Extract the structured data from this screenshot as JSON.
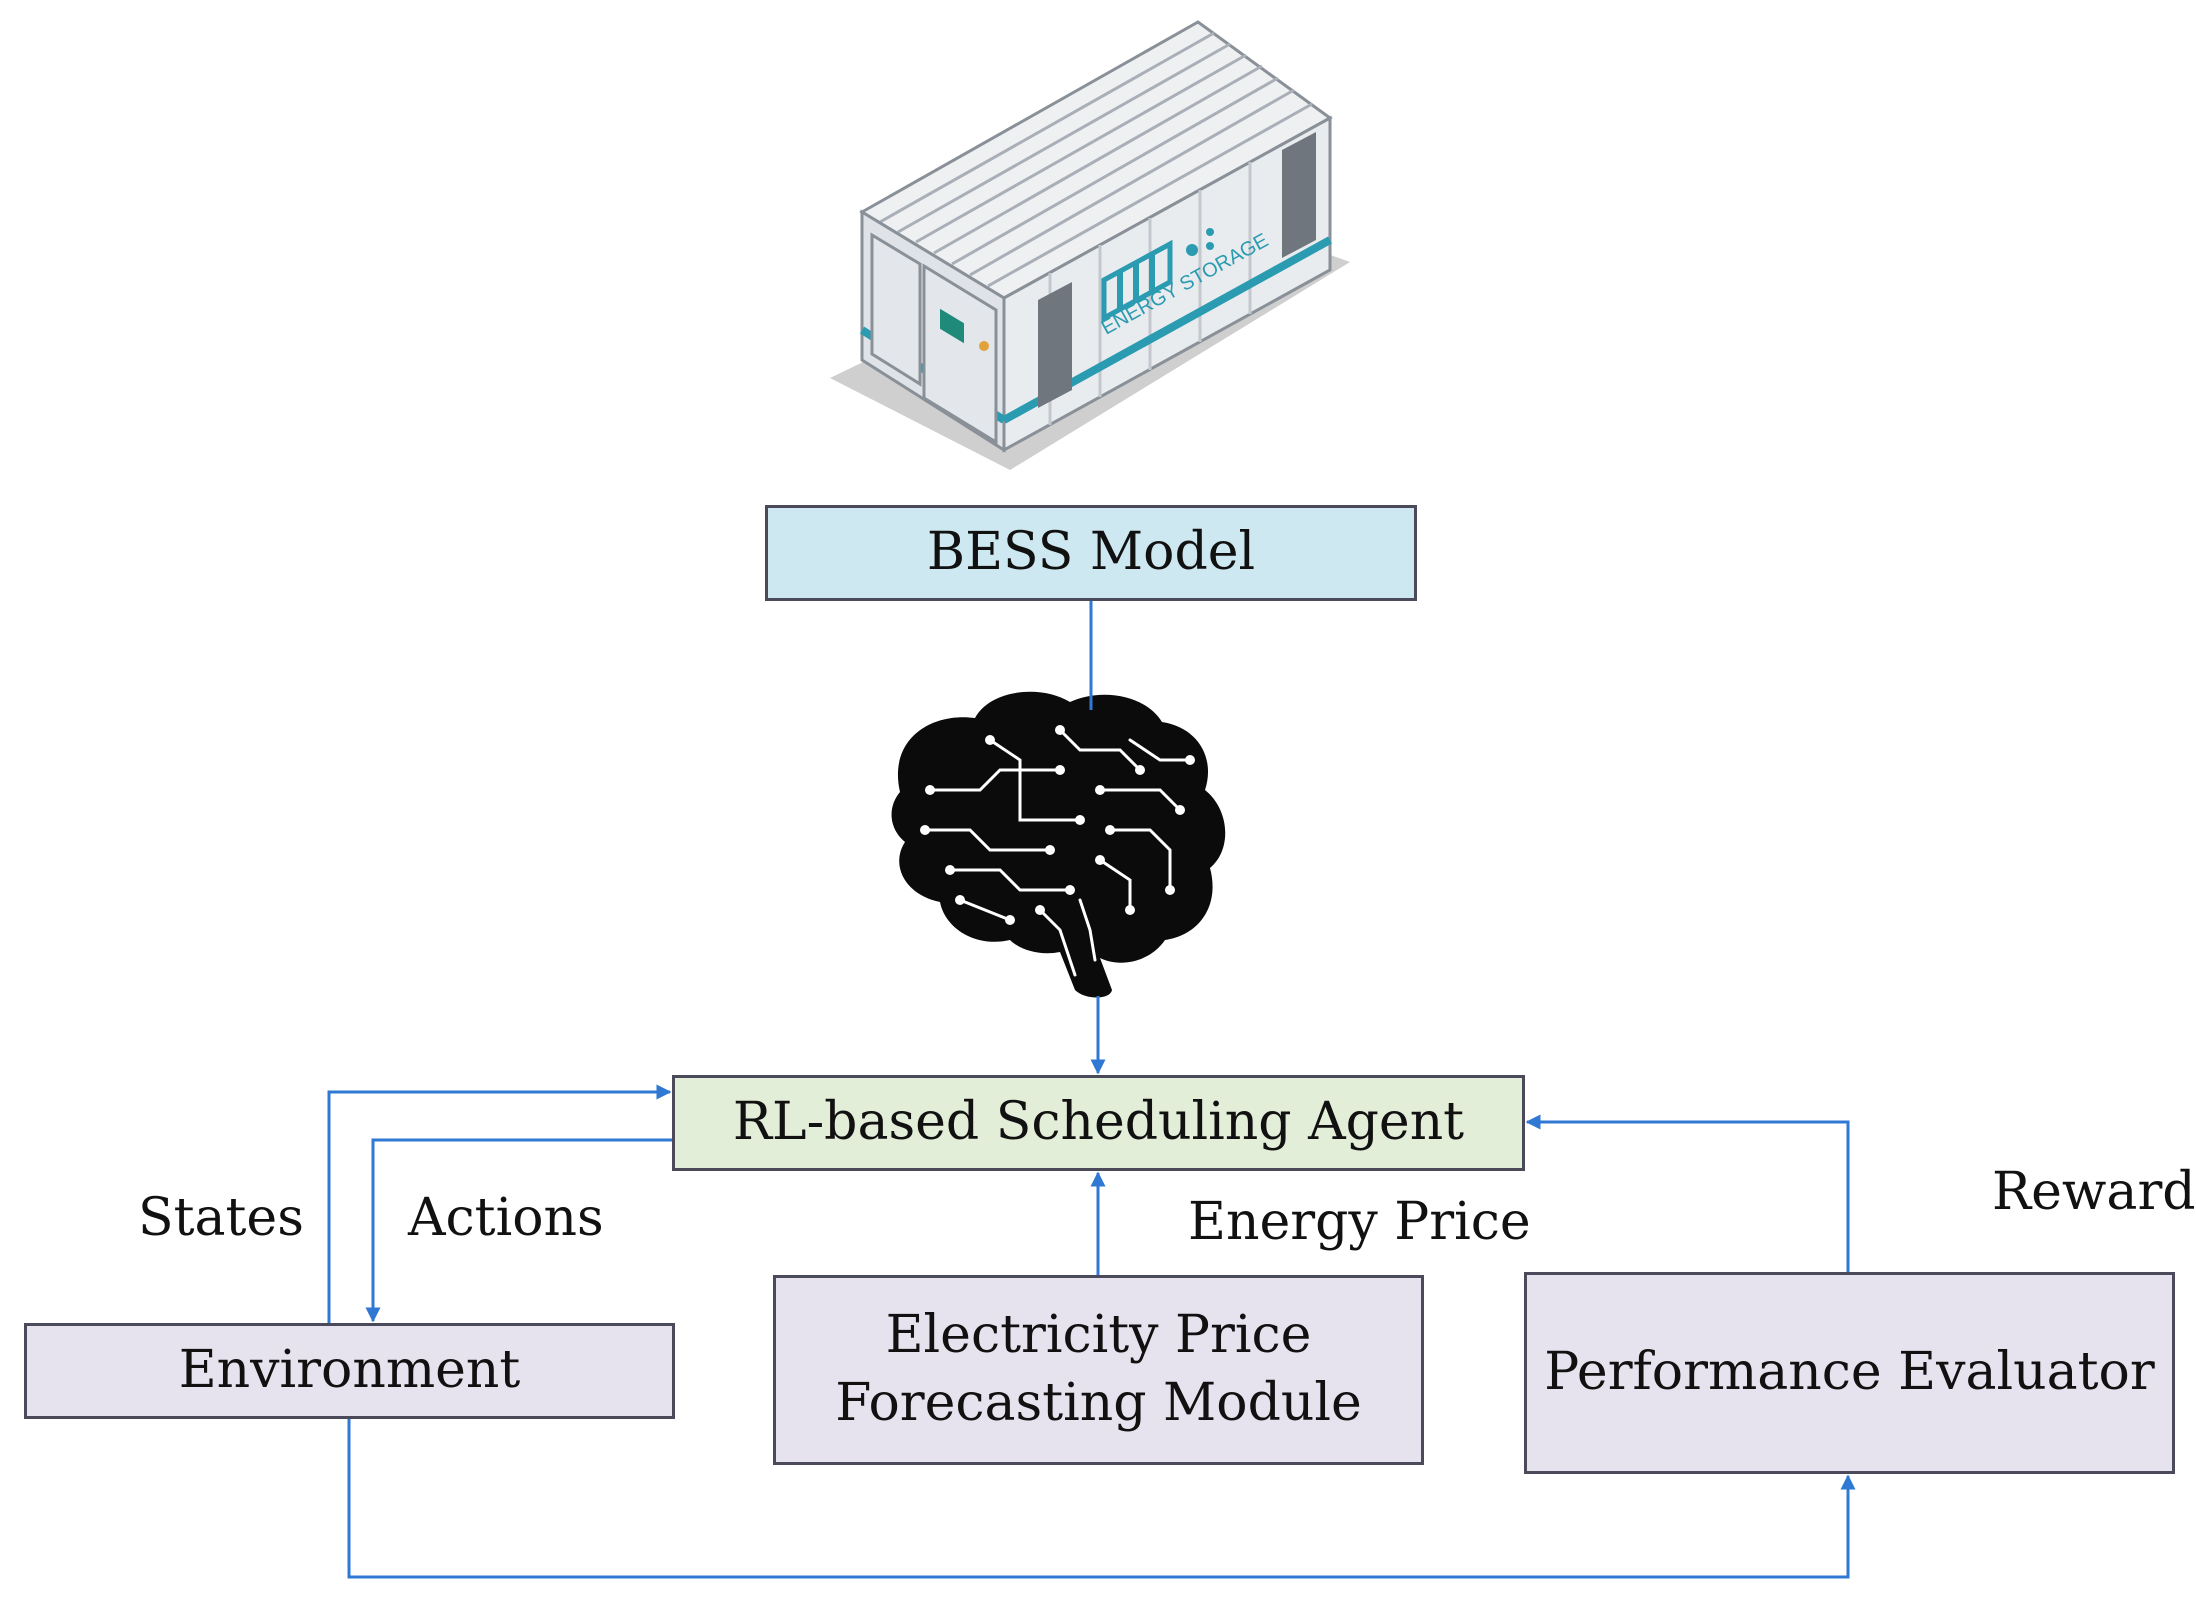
{
  "diagram": {
    "nodes": {
      "bess_model": "BESS Model",
      "agent": "RL-based Scheduling Agent",
      "environment": "Environment",
      "forecasting_line1": "Electricity Price",
      "forecasting_line2": "Forecasting Module",
      "evaluator": "Performance Evaluator"
    },
    "edge_labels": {
      "states": "States",
      "actions": "Actions",
      "energy_price": "Energy Price",
      "reward": "Reward"
    },
    "container_label": "ENERGY STORAGE",
    "colors": {
      "arrow": "#2f78d3",
      "bess_fill": "#cde8f0",
      "agent_fill": "#e3eed9",
      "module_fill": "#e7e3ee",
      "border": "#4a4a5a"
    }
  }
}
